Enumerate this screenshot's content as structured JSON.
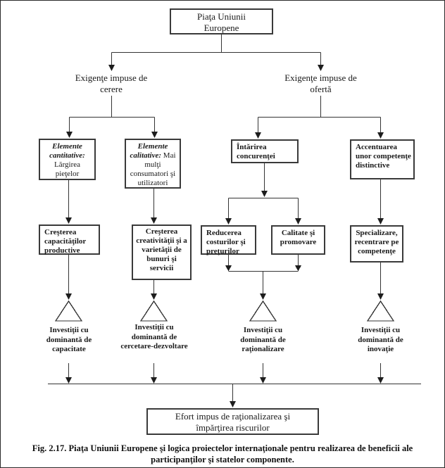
{
  "diagram": {
    "root": "Piaţa Uniunii Europene",
    "branches": {
      "demand_label": "Exigenţe impuse de cerere",
      "supply_label": "Exigenţe impuse de ofertă"
    },
    "level3": {
      "quantitative_header": "Elemente cantitative:",
      "quantitative_body": "Lărgirea pieţelor",
      "qualitative_header": "Elemente calitative:",
      "qualitative_body": "Mai mulţi consumatori şi utilizatori",
      "competition": "Întărirea concurenţei",
      "competencies": "Accentuarea unor competenţe distinctive"
    },
    "level4": {
      "capacity": "Creşterea capacităţilor productive",
      "creativity": "Creşterea creativităţii şi a varietăţii de bunuri şi servicii",
      "costs": "Reducerea costurilor şi preţurilor",
      "quality": "Calitate şi promovare",
      "specialization": "Specializare, recentrare pe competenţe"
    },
    "investments": [
      "Investiţii cu dominantă de capacitate",
      "Investiţii cu dominantă de cercetare-dezvoltare",
      "Investiţii cu dominantă de raţionalizare",
      "Investiţii cu dominantă de inovaţie"
    ],
    "outcome": "Efort impus de raţionalizarea şi împărţirea riscurilor",
    "caption": "Fig. 2.17. Piaţa Uniunii Europene şi logica proiectelor internaţionale pentru realizarea de beneficii ale participanţilor şi statelor componente."
  },
  "colors": {
    "background": "#ffffff",
    "line": "#343434",
    "box_border": "#3a3a3a",
    "text": "#1a1a1a"
  }
}
